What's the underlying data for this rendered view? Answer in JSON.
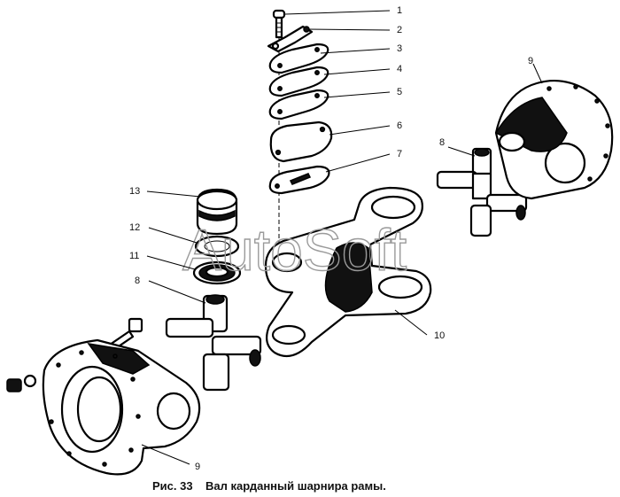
{
  "caption": {
    "prefix": "Рис. 33",
    "title": "Вал карданный шарнира рамы."
  },
  "watermark": "AutoSoft",
  "callouts": [
    {
      "id": "1",
      "text": "1"
    },
    {
      "id": "2",
      "text": "2"
    },
    {
      "id": "3",
      "text": "3"
    },
    {
      "id": "4",
      "text": "4"
    },
    {
      "id": "5",
      "text": "5"
    },
    {
      "id": "6",
      "text": "6"
    },
    {
      "id": "7",
      "text": "7"
    },
    {
      "id": "8a",
      "text": "8"
    },
    {
      "id": "8b",
      "text": "8"
    },
    {
      "id": "9a",
      "text": "9"
    },
    {
      "id": "9b",
      "text": "9"
    },
    {
      "id": "10",
      "text": "10"
    },
    {
      "id": "11",
      "text": "11"
    },
    {
      "id": "12",
      "text": "12"
    },
    {
      "id": "13",
      "text": "13"
    }
  ]
}
